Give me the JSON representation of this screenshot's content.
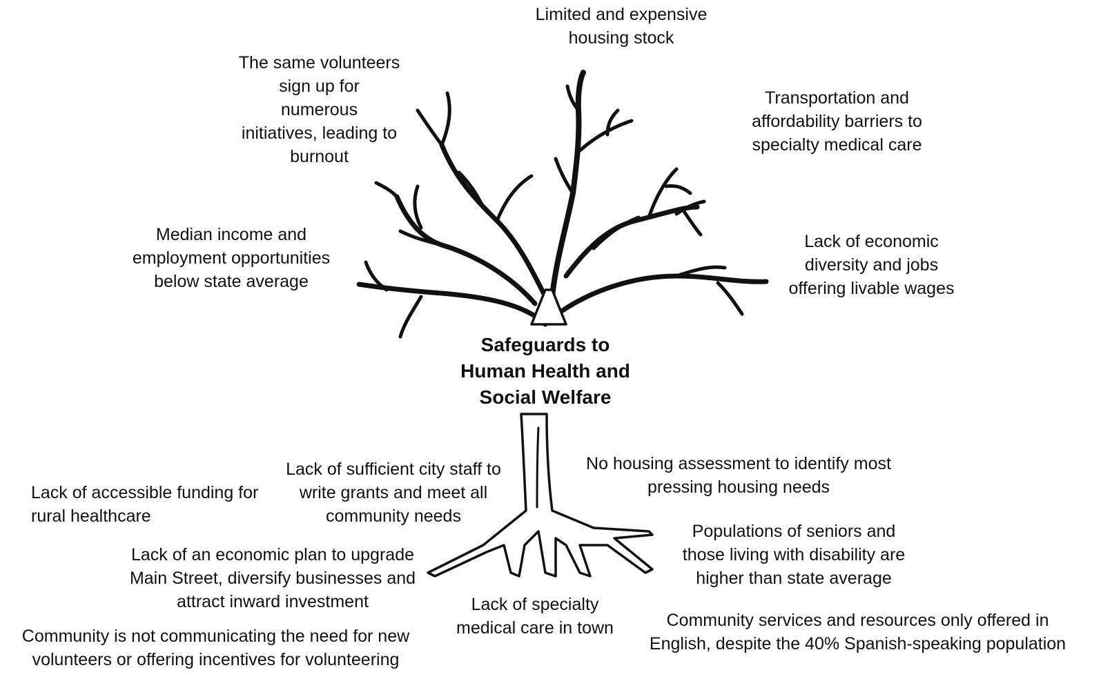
{
  "diagram": {
    "center_title": "Safeguards to\nHuman Health and\nSocial Welfare",
    "branch_labels": {
      "housing_stock": "Limited and expensive\nhousing stock",
      "volunteer_burnout": "The same volunteers\nsign up for\nnumerous\ninitiatives, leading to\nburnout",
      "transportation": "Transportation and\naffordability barriers to\nspecialty medical care",
      "median_income": "Median income and\nemployment opportunities\nbelow state average",
      "economic_diversity": "Lack of economic\ndiversity and jobs\noffering livable wages"
    },
    "root_labels": {
      "city_staff": "Lack of sufficient city staff to\nwrite grants and meet all\ncommunity needs",
      "rural_funding": "Lack of accessible funding for\nrural healthcare",
      "housing_assessment": "No housing assessment to identify most\npressing housing needs",
      "seniors_disability": "Populations of seniors and\nthose living with disability are\nhigher than state average",
      "economic_plan": "Lack of an economic plan to upgrade\nMain Street, diversify businesses and\nattract inward investment",
      "specialty_care": "Lack of specialty\nmedical care in town",
      "language_services": "Community services and resources only offered in\nEnglish, despite the 40% Spanish-speaking population",
      "volunteer_communication": "Community is not communicating the need for new\nvolunteers or offering incentives for volunteering"
    }
  }
}
